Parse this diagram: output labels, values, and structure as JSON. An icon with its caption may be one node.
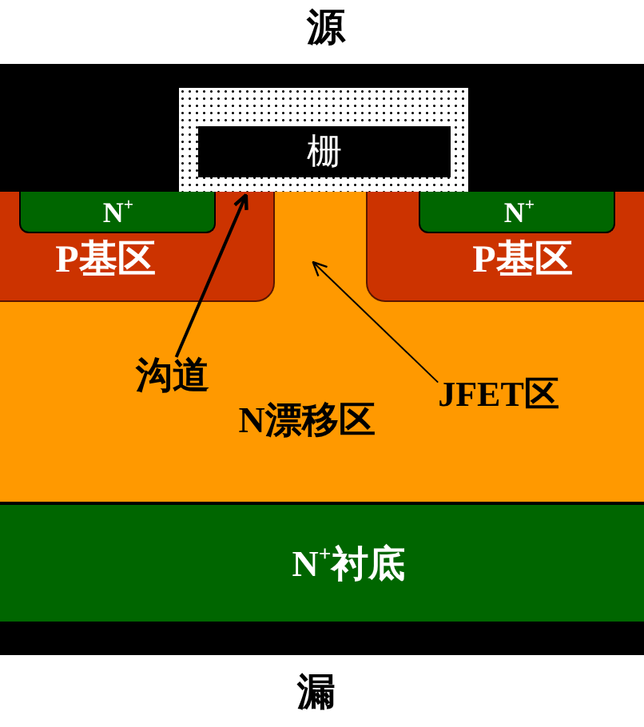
{
  "diagram": {
    "nodes": [
      {
        "text": [],
        "shape": "box",
        "beside": [
          "源"
        ]
      },
      {
        "text": [],
        "shape": "box",
        "in": 0
      },
      {
        "text": [
          "栅"
        ],
        "in": 1
      },
      {
        "text": [
          "N漂移区"
        ]
      },
      {
        "text": [
          "P基区"
        ],
        "in": 3
      },
      {
        "text": [
          "N$^{+}$"
        ],
        "in": 4
      },
      {
        "text": [
          "P基区"
        ],
        "in": 3
      },
      {
        "text": [
          "N$^{+}$"
        ],
        "in": 6
      },
      {
        "text": [
          "沟道"
        ],
        "in": 3
      },
      {
        "text": [
          "JFET区"
        ],
        "in": 3
      },
      {
        "text": [
          "N$^{+}$衬底"
        ]
      },
      {
        "text": [],
        "shape": "box",
        "beside": [
          "漏"
        ]
      }
    ],
    "edges": [
      {
        "from": 8,
        "to": 4,
        "arrow": "to"
      },
      {
        "from": 9,
        "to": 3,
        "arrow": "to"
      }
    ]
  }
}
